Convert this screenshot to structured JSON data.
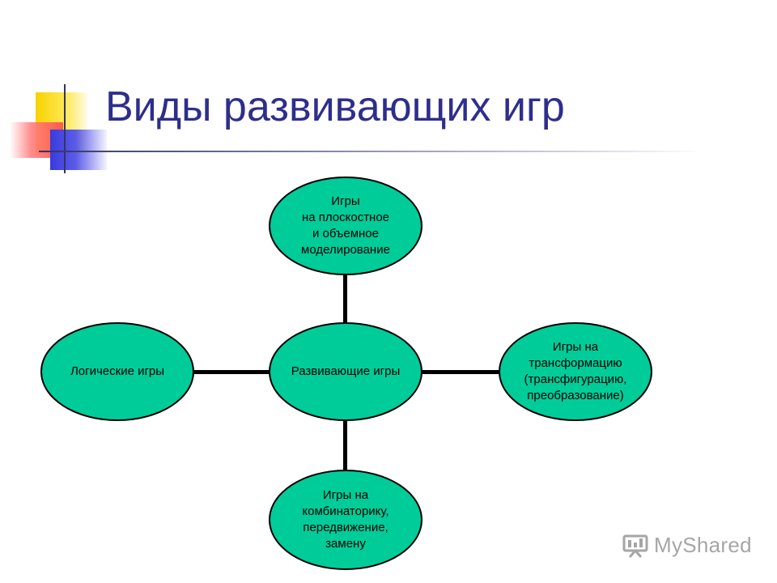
{
  "slide": {
    "title": "Виды развивающих игр"
  },
  "diagram": {
    "center": {
      "label": "Развивающие игры"
    },
    "top": {
      "label": "Игры\nна плоскостное\nи объемное\nмоделирование"
    },
    "left": {
      "label": "Логические игры"
    },
    "right": {
      "label": "Игры на\nтрансформацию\n(трансфигурацию,\nпреобразование)"
    },
    "bottom": {
      "label": "Игры на\nкомбинаторику,\nпередвижение,\nзамену"
    }
  },
  "colors": {
    "title": "#2e2e8c",
    "node_fill": "#00cc99",
    "node_border": "#000000",
    "connector": "#000000"
  },
  "watermark": {
    "text": "MyShared",
    "icon": "presentation-board-icon"
  }
}
